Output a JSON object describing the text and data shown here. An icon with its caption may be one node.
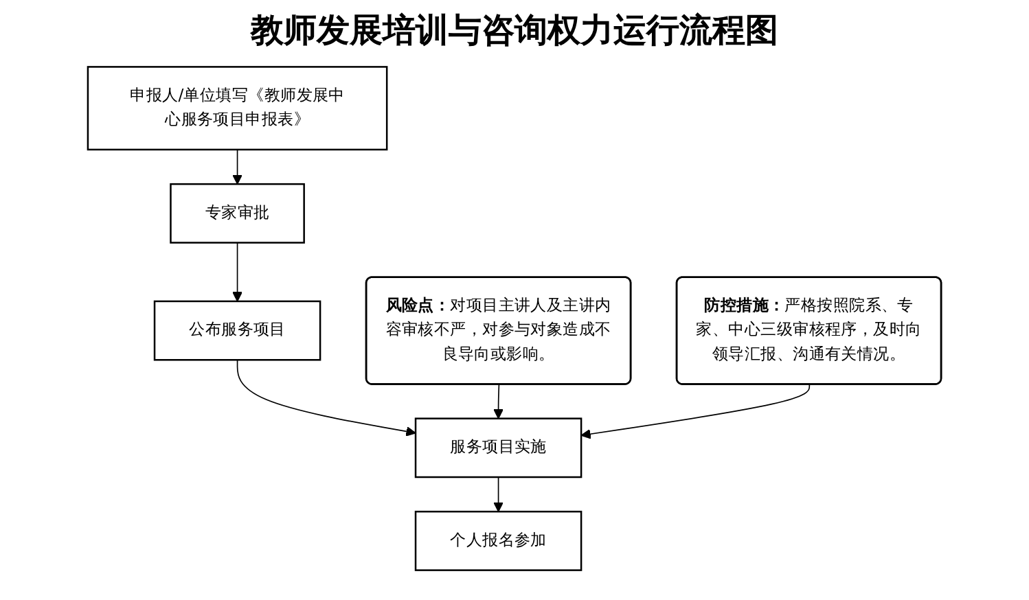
{
  "diagram": {
    "title": "教师发展培训与咨询权力运行流程图",
    "nodes": [
      {
        "text": [
          "申报人/单位填写《教师发展中心服务项目申报表》"
        ]
      },
      {
        "text": [
          "专家审批"
        ]
      },
      {
        "text": [
          "公布服务项目"
        ]
      },
      {
        "text": [
          "服务项目实施"
        ]
      },
      {
        "text": [
          "个人报名参加"
        ]
      },
      {
        "text": [
          "**风险点：**对项目主讲人及主讲内容审核不严，对参与对象造成不良导向或影响。"
        ]
      },
      {
        "text": [
          "**防控措施：**严格按照院系、专家、中心三级审核程序，及时向领导汇报、沟通有关情况。"
        ]
      }
    ],
    "edges": [
      {
        "from": 0,
        "to": 1,
        "arrow": "to"
      },
      {
        "from": 1,
        "to": 2,
        "arrow": "to"
      },
      {
        "from": 2,
        "to": 3,
        "arrow": "to"
      },
      {
        "from": 3,
        "to": 4,
        "arrow": "to"
      },
      {
        "from": 5,
        "to": 3,
        "arrow": "to"
      },
      {
        "from": 6,
        "to": 3,
        "arrow": "to"
      }
    ]
  }
}
